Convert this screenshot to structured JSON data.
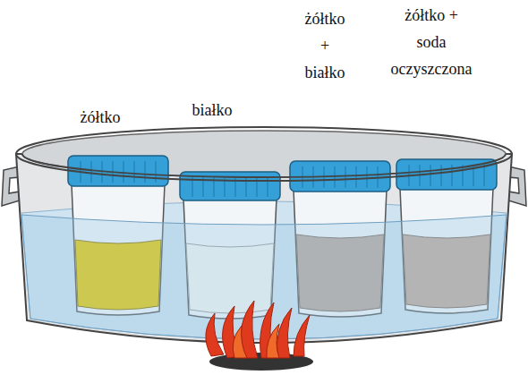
{
  "diagram": {
    "labels": [
      "żółtko",
      "białko",
      "żółtko + białko",
      "żółtko + soda oczyszczona"
    ]
  }
}
